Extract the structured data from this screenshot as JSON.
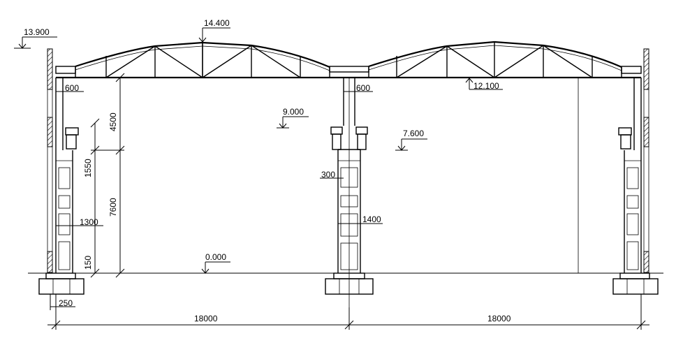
{
  "elevations": {
    "ground": "0.000",
    "crane_rail_left": "9.000",
    "crane_rail_right": "7.600",
    "truss_bottom": "12.100",
    "wall_top": "13.900",
    "ridge": "14.400"
  },
  "dimensions": {
    "span_left": "18000",
    "span_right": "18000",
    "col_upper_height": "4500",
    "crane_beam_height": "1550",
    "col_lower_height": "7600",
    "base_offset": "150",
    "outer_col_offset": "250",
    "lower_col_width": "1300",
    "mid_lower_col_width": "1400",
    "mid_upper_col_offset": "300",
    "left_eave_width": "600",
    "mid_eave_width": "600"
  },
  "colors": {
    "line": "#000000",
    "background": "#ffffff"
  }
}
